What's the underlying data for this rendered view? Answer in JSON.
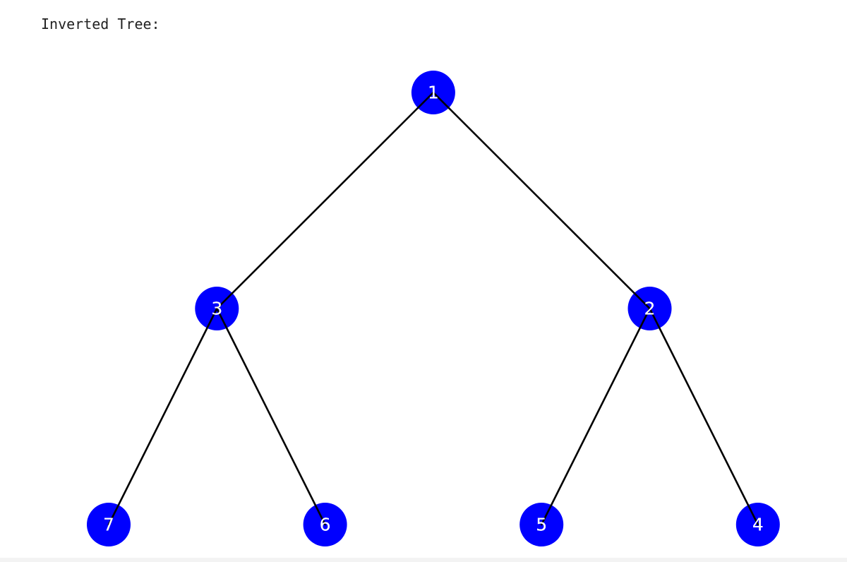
{
  "output": {
    "label": "Inverted Tree:"
  },
  "colors": {
    "node_fill": "#0000ff",
    "node_label": "#ffffff",
    "edge": "#000000",
    "background": "#ffffff"
  },
  "tree": {
    "nodes": [
      {
        "id": "n1",
        "label": "1",
        "depth": 0,
        "slot": 3
      },
      {
        "id": "n3",
        "label": "3",
        "depth": 1,
        "slot": 1
      },
      {
        "id": "n2",
        "label": "2",
        "depth": 1,
        "slot": 5
      },
      {
        "id": "n7",
        "label": "7",
        "depth": 2,
        "slot": 0
      },
      {
        "id": "n6",
        "label": "6",
        "depth": 2,
        "slot": 2
      },
      {
        "id": "n5",
        "label": "5",
        "depth": 2,
        "slot": 4
      },
      {
        "id": "n4",
        "label": "4",
        "depth": 2,
        "slot": 6
      }
    ],
    "edges": [
      {
        "from": "n1",
        "to": "n3"
      },
      {
        "from": "n1",
        "to": "n2"
      },
      {
        "from": "n3",
        "to": "n7"
      },
      {
        "from": "n3",
        "to": "n6"
      },
      {
        "from": "n2",
        "to": "n5"
      },
      {
        "from": "n2",
        "to": "n4"
      }
    ]
  }
}
